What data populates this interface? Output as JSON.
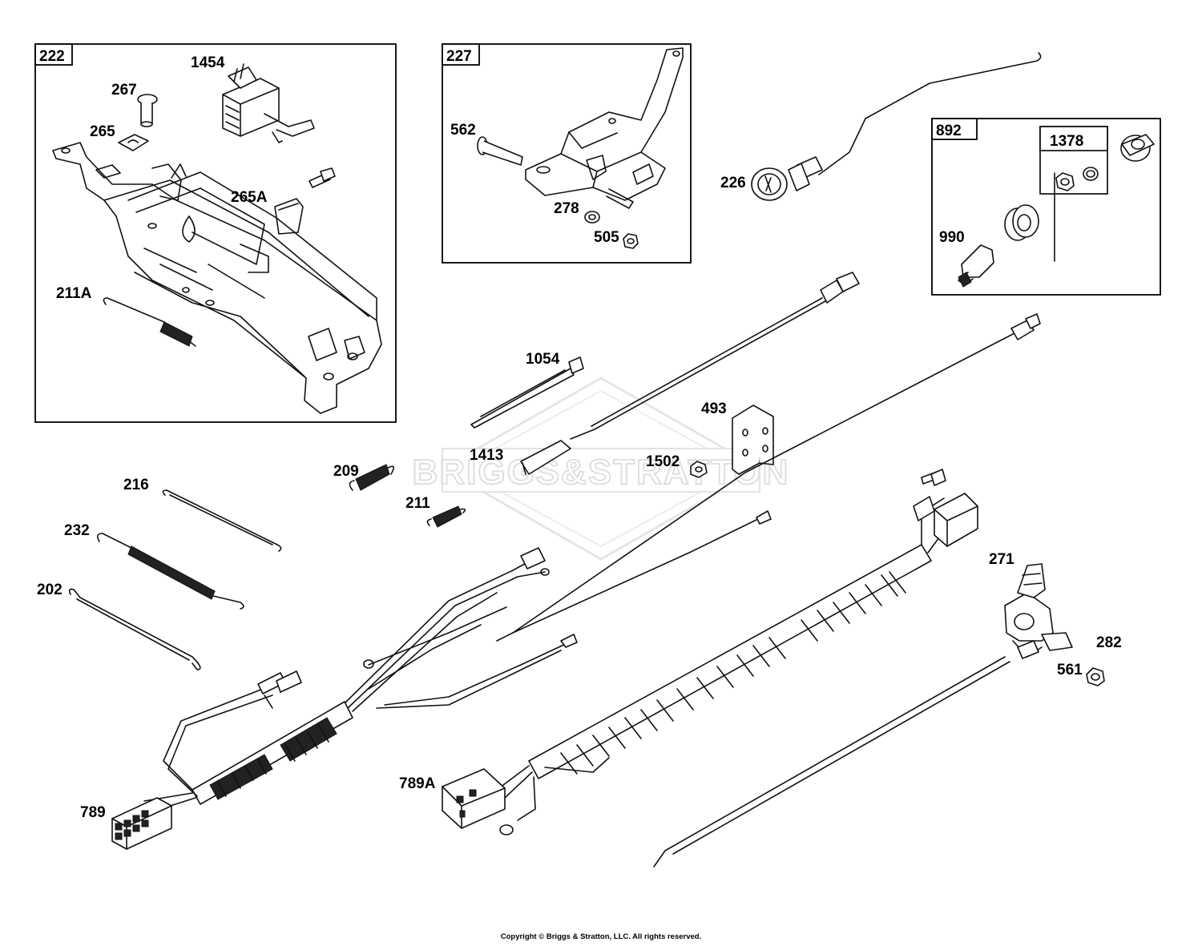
{
  "watermark": {
    "text": "BRIGGS&STRATTON"
  },
  "boxes": [
    {
      "id": "222",
      "label": "222"
    },
    {
      "id": "227",
      "label": "227"
    },
    {
      "id": "892",
      "label": "892"
    },
    {
      "id": "1378",
      "label": "1378"
    }
  ],
  "callouts": [
    "1454",
    "267",
    "265",
    "265A",
    "211A",
    "562",
    "278",
    "505",
    "226",
    "990",
    "1054",
    "1413",
    "493",
    "1502",
    "209",
    "211",
    "216",
    "232",
    "202",
    "271",
    "282",
    "561",
    "789",
    "789A"
  ],
  "footer": {
    "copyright": "Copyright © Briggs & Stratton, LLC. All rights reserved."
  }
}
